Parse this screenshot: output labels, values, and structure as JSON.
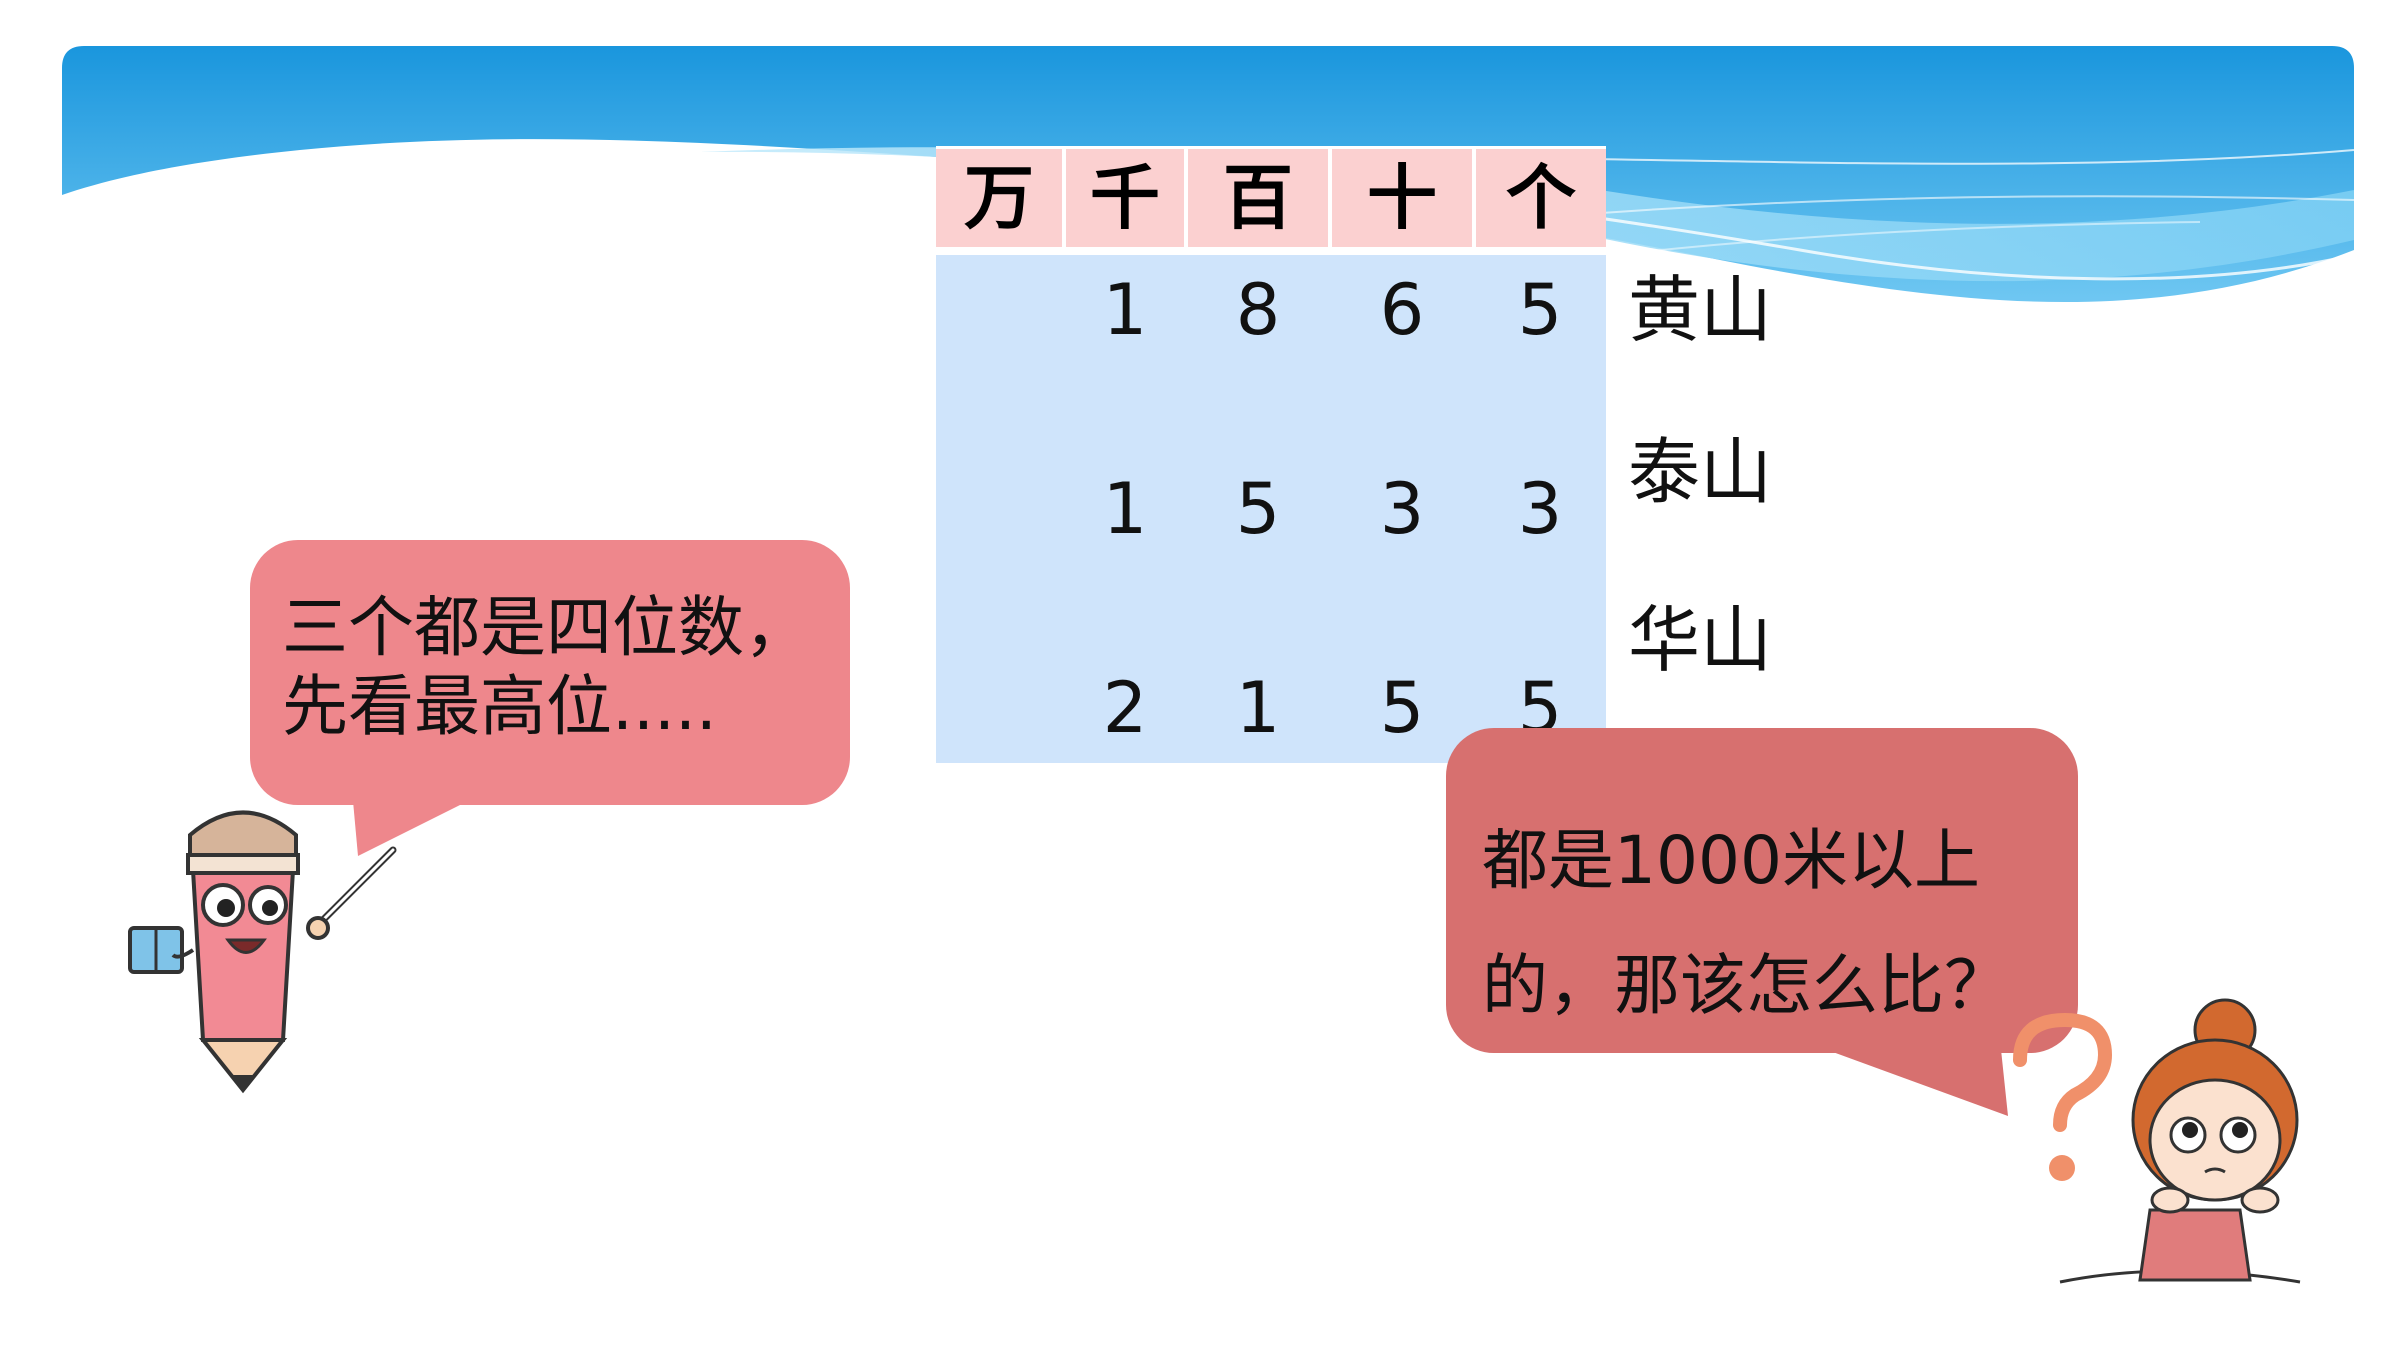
{
  "table": {
    "headers": [
      "万",
      "千",
      "百",
      "十",
      "个"
    ],
    "rows": [
      {
        "cells": [
          "",
          "1",
          "8",
          "6",
          "5"
        ],
        "mountain": "黄山"
      },
      {
        "cells": [
          "",
          "1",
          "5",
          "3",
          "3"
        ],
        "mountain": "泰山"
      },
      {
        "cells": [
          "",
          "2",
          "1",
          "5",
          "5"
        ],
        "mountain": "华山"
      }
    ]
  },
  "bubbles": {
    "left": {
      "line1": "三个都是四位数，",
      "line2": "先看最高位....."
    },
    "right": {
      "line1": "都是1000米以上",
      "line2": "的，那该怎么比？"
    }
  },
  "figures": {
    "left": "pencil-teacher-icon",
    "right": "confused-girl-icon"
  },
  "colors": {
    "banner_top": "#1a96dd",
    "banner_light": "#8fd6f8",
    "header_bg": "#fbd0d0",
    "body_bg": "#cfe4fb",
    "bubble_left": "#ee878c",
    "bubble_right": "#d7706f"
  }
}
